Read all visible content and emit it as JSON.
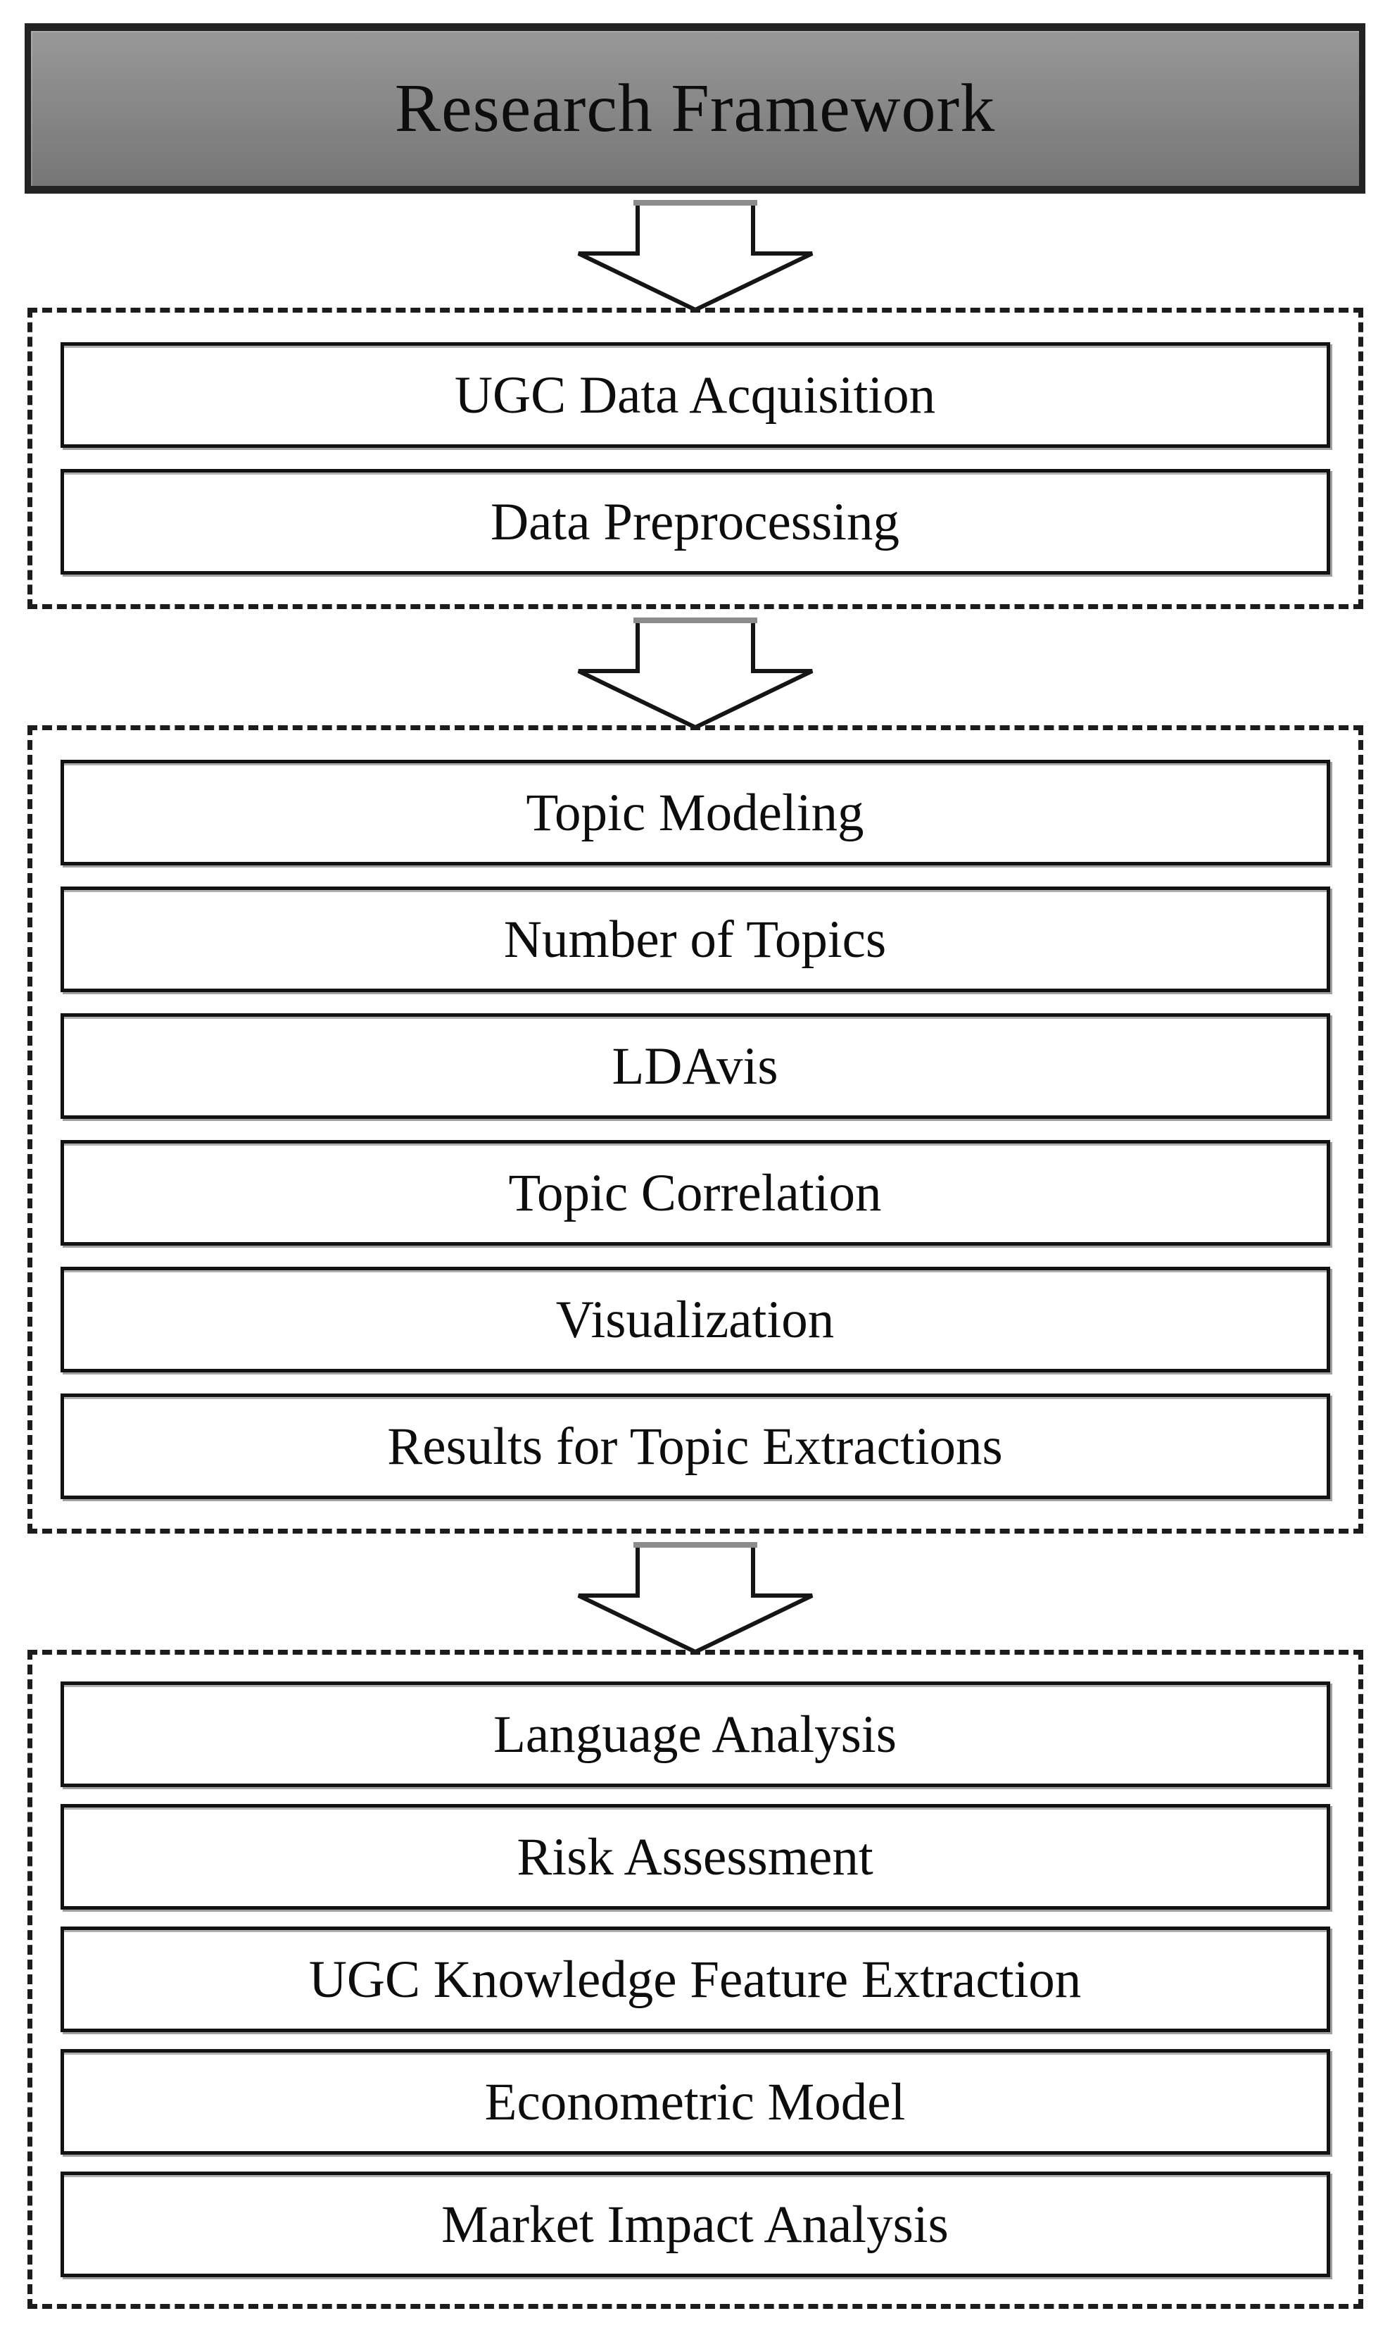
{
  "header": {
    "title": "Research Framework"
  },
  "panels": [
    {
      "steps": [
        "UGC Data Acquisition",
        "Data Preprocessing"
      ]
    },
    {
      "steps": [
        "Topic Modeling",
        "Number of Topics",
        "LDAvis",
        "Topic Correlation",
        "Visualization",
        "Results for Topic Extractions"
      ]
    },
    {
      "steps": [
        "Language Analysis",
        "Risk Assessment",
        "UGC Knowledge Feature Extraction",
        "Econometric Model",
        "Market Impact Analysis"
      ]
    }
  ],
  "icons": {
    "down_arrow": "block-down-arrow"
  },
  "colors": {
    "header_gradient_top": "#989898",
    "header_gradient_bottom": "#767676",
    "header_border": "#232323",
    "box_border": "#121212",
    "dashed_border": "#1c1c1c",
    "text": "#0d0d0d",
    "background": "#ffffff",
    "arrow_fill": "#ffffff",
    "arrow_outline": "#151515",
    "arrow_top_shade": "#8c8c8c"
  }
}
